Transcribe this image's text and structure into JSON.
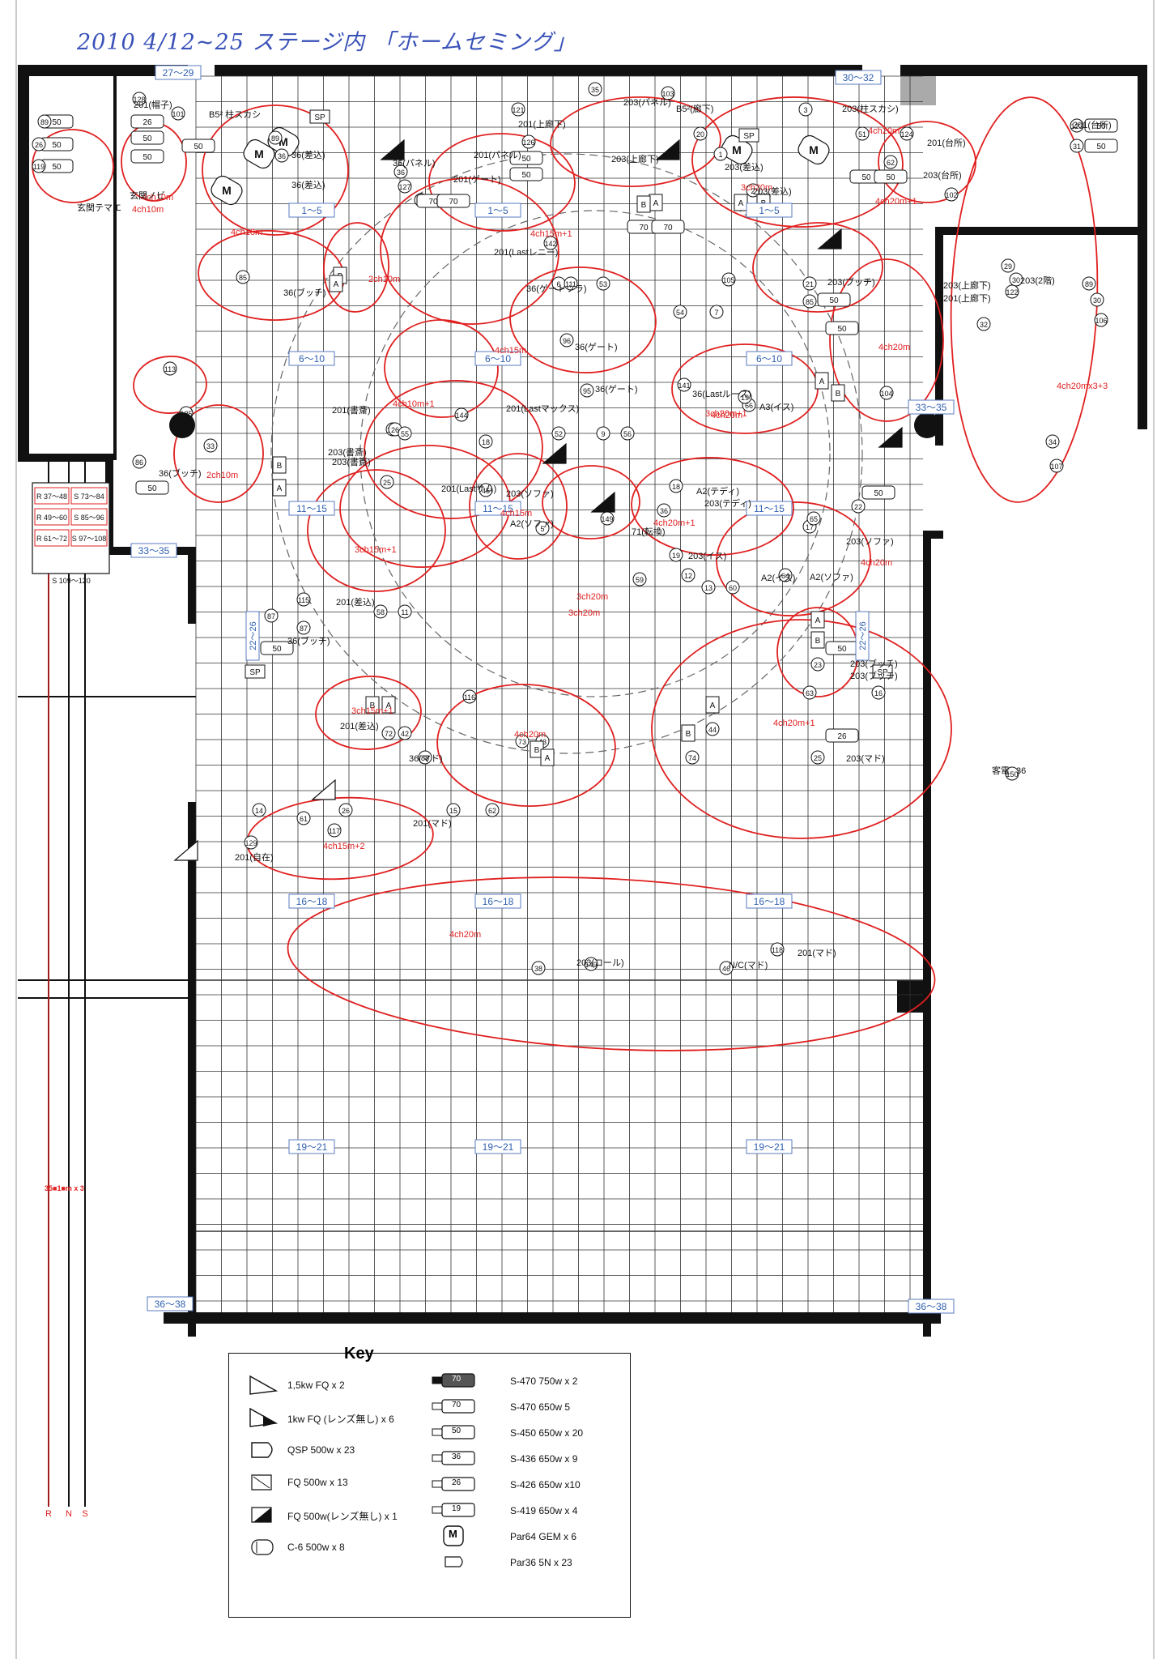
{
  "header": {
    "handwritten_title": "2010 4/12~25    ステージ内 「ホームセミング」"
  },
  "scene_boxes": [
    "27〜29",
    "30〜32",
    "1〜5",
    "1〜5",
    "1〜5",
    "6〜10",
    "6〜10",
    "6〜10",
    "11〜15",
    "11〜15",
    "11〜15",
    "33〜35",
    "33〜35",
    "22〜26",
    "22〜26",
    "16〜18",
    "16〜18",
    "16〜18",
    "19〜21",
    "19〜21",
    "19〜21",
    "36〜38",
    "36〜38"
  ],
  "channel_notes": [
    "4ch10m",
    "4ch10m",
    "2ch10m",
    "4ch10m",
    "4ch20m",
    "4ch20m",
    "4ch20m+1",
    "4ch15m+1",
    "3ch20m",
    "3ch20m",
    "4ch20m",
    "3ch20m+1",
    "4ch15m",
    "4ch20m+1",
    "4ch20m",
    "4ch20mx3+3",
    "2ch10m",
    "3ch15m+1",
    "3ch15m+1",
    "4ch20m",
    "4ch20m+1",
    "4ch15m+2",
    "4ch20m",
    "4ch10m+1",
    "4ch15m",
    "3ch20m",
    "35■1■m x 3"
  ],
  "misc_labels": [
    "玄関テマエ",
    "玄関ノビ",
    "201(帽子)",
    "B5² 柱スカシ",
    "36(差込)",
    "36(差込)",
    "36(パネル)",
    "201(パネル)",
    "201(ゲート)",
    "201(Lastレニー)",
    "201(上廊下)",
    "203(パネル)",
    "B5²(廊下)",
    "203(上廊下)",
    "203(柱スカシ)",
    "201(台所)",
    "201(台所)",
    "203(台所)",
    "203(差込)",
    "203(差込)",
    "36(ブッチ)",
    "203(ブッチ)",
    "203(上廊下)",
    "201(上廊下)",
    "203(2階)",
    "36(ゲートツラ)",
    "36(ゲート)",
    "36(ゲート)",
    "36(Lastルース)",
    "A3(イス)",
    "201(Lastマックス)",
    "201(書斎)",
    "203(書斎)",
    "203(書斎)",
    "36(ブッチ)",
    "201(Lastサム)",
    "203(ソファ)",
    "A2(ソファ)",
    "71(転換)",
    "A2(テディ)",
    "203(テディ)",
    "203(イス)",
    "A2(イス)",
    "203(ソファ)",
    "A2(ソファ)",
    "203(ブッチ)",
    "201(差込)",
    "36(ブッチ)",
    "203(ブッチ)",
    "201(差込)",
    "36(マド)",
    "203(マド)",
    "201(マド)",
    "201(自在)",
    "203(コール)",
    "N/C(マド)",
    "201(マド)",
    "客電",
    "36",
    "SP",
    "SP",
    "SP",
    "SP",
    "M",
    "M",
    "M",
    "M",
    "M"
  ],
  "sidebar_box": {
    "rows": [
      [
        "R 37〜48",
        "S 73〜84"
      ],
      [
        "R 49〜60",
        "S 85〜96"
      ],
      [
        "R 61〜72",
        "S 97〜108"
      ]
    ],
    "footer": "S 109〜120"
  },
  "rns_labels": [
    "R",
    "N",
    "S"
  ],
  "key": {
    "title": "Key",
    "items": [
      {
        "label": "1,5kw FQ x 2",
        "symbol": "fq-open-large"
      },
      {
        "label": "1kw FQ (レンズ無し) x 6",
        "symbol": "fq-filled-large"
      },
      {
        "label": "QSP 500w x 23",
        "symbol": "qsp"
      },
      {
        "label": "FQ 500w  x 13",
        "symbol": "fq-open-small"
      },
      {
        "label": "FQ 500w(レンズ無し) x 1",
        "symbol": "fq-filled-small"
      },
      {
        "label": "C-6 500w x 8",
        "symbol": "c6"
      },
      {
        "label": "S-470 750w x 2",
        "symbol": "s470-dark",
        "tag": "70"
      },
      {
        "label": "S-470 650w 5",
        "symbol": "s470",
        "tag": "70"
      },
      {
        "label": "S-450 650w x 20",
        "symbol": "s450",
        "tag": "50"
      },
      {
        "label": "S-436 650w x 9",
        "symbol": "s436",
        "tag": "36"
      },
      {
        "label": "S-426 650w x10",
        "symbol": "s426",
        "tag": "26"
      },
      {
        "label": "S-419 650w x 4",
        "symbol": "s419",
        "tag": "19"
      },
      {
        "label": "Par64 GEM x 6",
        "symbol": "par64",
        "tag": "M"
      },
      {
        "label": "Par36 5N x 23",
        "symbol": "par36"
      }
    ]
  },
  "colors": {
    "ink": "#111111",
    "red": "#e02020",
    "blue": "#2f5fb0",
    "green": "#3a9a3a",
    "grid": "#333333"
  }
}
